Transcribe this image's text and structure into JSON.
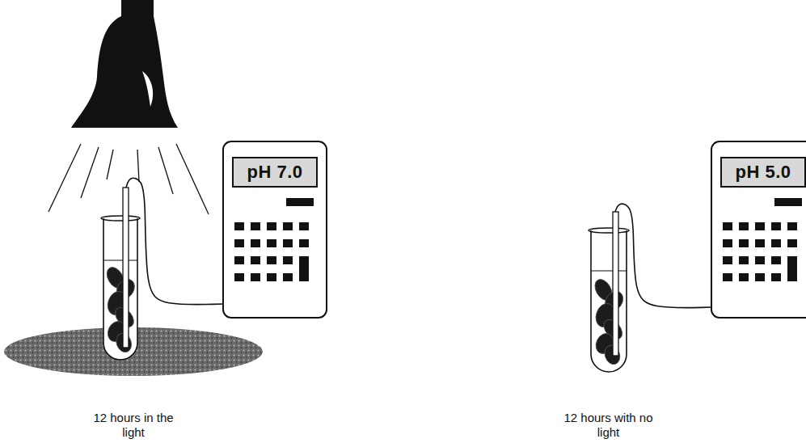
{
  "diagram": {
    "labels": [
      "pH 7.0",
      "12 hours in the light",
      "pH 5.0",
      "12 hours with no light"
    ]
  }
}
